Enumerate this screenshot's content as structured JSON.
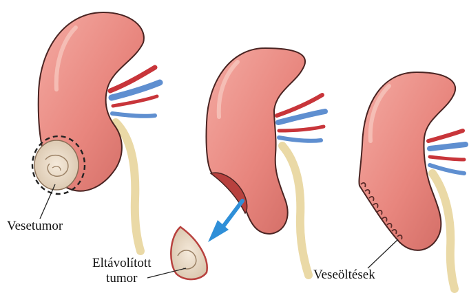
{
  "labels": {
    "kidney_tumor": "Vesetumor",
    "removed_tumor_line1": "Eltávolított",
    "removed_tumor_line2": "tumor",
    "kidney_sutures": "Veseöltések"
  },
  "colors": {
    "kidney_fill": "#e8867e",
    "kidney_highlight": "#f6b9b0",
    "kidney_outline": "#4a2422",
    "artery": "#c8353a",
    "vein": "#5f8fd0",
    "ureter": "#ead9a6",
    "tumor_fill": "#ecdcc8",
    "arrow": "#2f8fd8",
    "cut_surface": "#b8413e"
  },
  "panels": [
    "kidney-with-tumor",
    "kidney-after-resection",
    "kidney-sutured"
  ]
}
